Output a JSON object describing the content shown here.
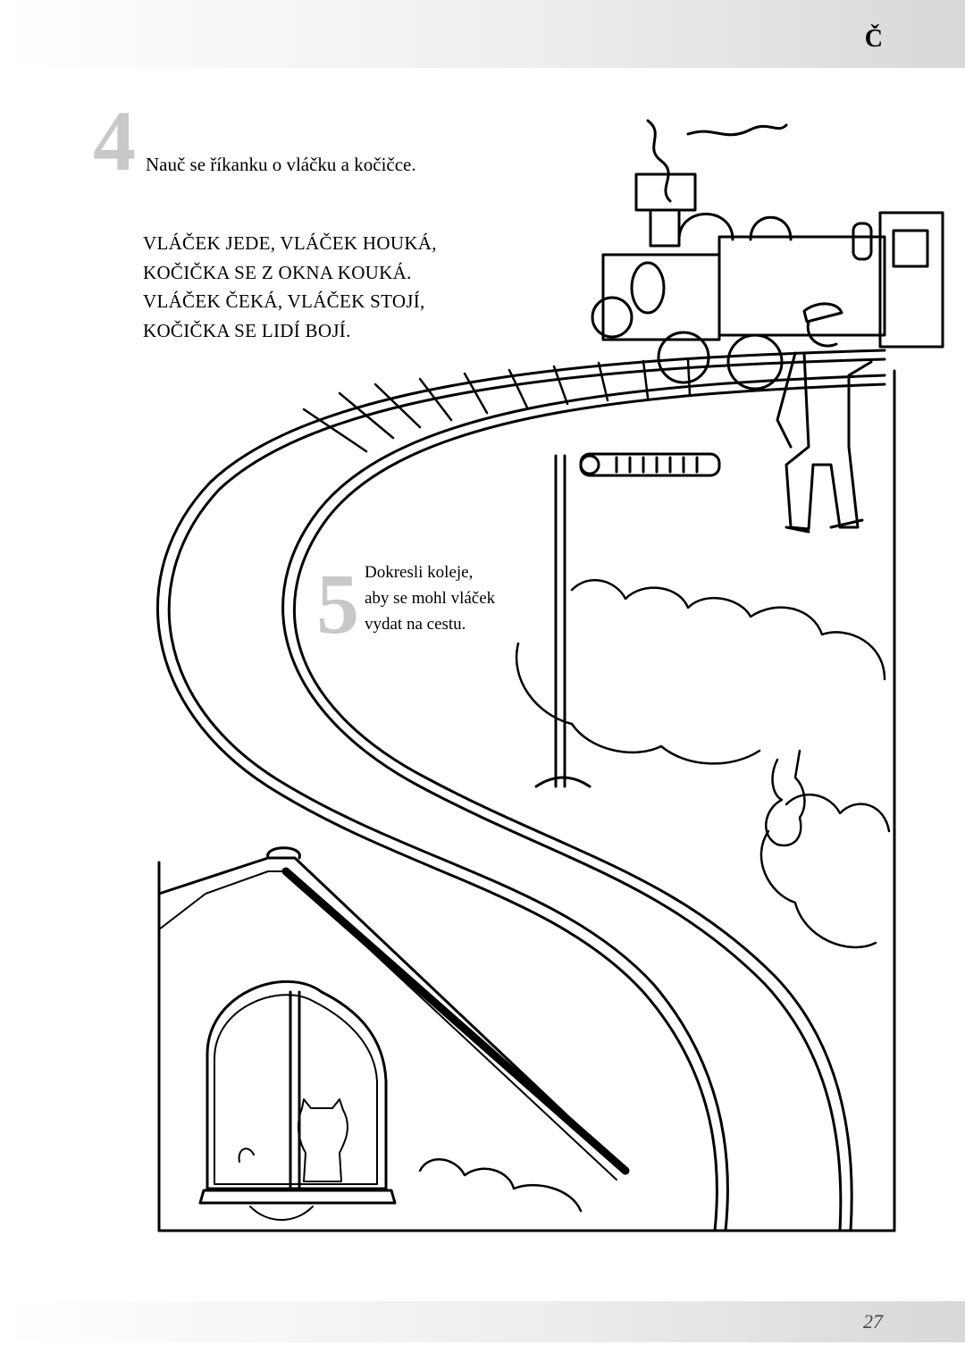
{
  "header": {
    "section_letter": "Č"
  },
  "task4": {
    "number": "4",
    "instruction": "Nauč se říkanku o vláčku a kočičce.",
    "rhyme": [
      "VLÁČEK JEDE, VLÁČEK HOUKÁ,",
      "KOČIČKA SE Z OKNA KOUKÁ.",
      "VLÁČEK ČEKÁ, VLÁČEK STOJÍ,",
      "KOČIČKA SE LIDÍ BOJÍ."
    ]
  },
  "task5": {
    "number": "5",
    "instruction_lines": [
      "Dokresli koleje,",
      "aby se mohl vláček",
      "vydat na cestu."
    ]
  },
  "footer": {
    "page_number": "27"
  }
}
